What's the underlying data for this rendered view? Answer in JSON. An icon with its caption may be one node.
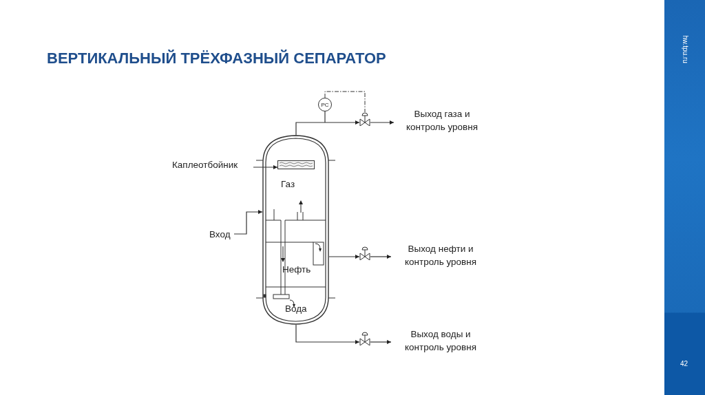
{
  "diagram": {
    "title": "ВЕРТИКАЛЬНЫЙ ТРЁХФАЗНЫЙ СЕПАРАТОР",
    "nodes": [
      {
        "text": [],
        "shape": "cylinder"
      },
      {
        "text": [],
        "shape": "box",
        "in": 0
      },
      {
        "text": [
          "PC"
        ]
      },
      {
        "text": [],
        "shape": "valve"
      },
      {
        "text": [],
        "shape": "valve"
      },
      {
        "text": [],
        "shape": "valve"
      },
      {
        "text": [
          "Выход газа и контроль уровня"
        ]
      },
      {
        "text": [
          "Выход нефти и контроль уровня"
        ]
      },
      {
        "text": [
          "Выход воды и контроль уровня"
        ]
      },
      {
        "text": [
          "Каплеотбойник"
        ]
      },
      {
        "text": [
          "Вход"
        ]
      }
    ],
    "edges": [
      {
        "from": 0,
        "to": 3,
        "arrow": "to"
      },
      {
        "from": 2,
        "to": null,
        "arrow": "none"
      },
      {
        "from": 2,
        "to": 3,
        "arrow": "none",
        "style": "dashed"
      },
      {
        "from": 3,
        "to": 6,
        "arrow": "to"
      },
      {
        "from": 0,
        "to": 4,
        "arrow": "to"
      },
      {
        "from": 4,
        "to": 7,
        "arrow": "to"
      },
      {
        "from": 0,
        "to": 5,
        "arrow": "to"
      },
      {
        "from": 5,
        "to": 8,
        "arrow": "to"
      },
      {
        "from": 9,
        "to": 1,
        "arrow": "to"
      },
      {
        "from": 10,
        "to": 0,
        "arrow": "to"
      }
    ],
    "labels": [
      "Газ",
      "Нефть",
      "Вода",
      "hw.tpu.ru",
      "42"
    ]
  }
}
